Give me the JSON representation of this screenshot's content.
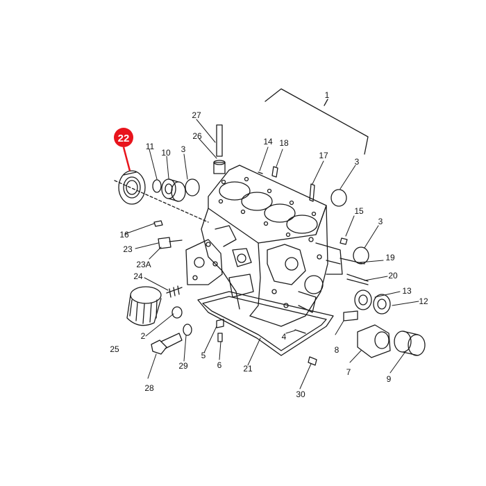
{
  "highlight": {
    "label": "22",
    "color": "#e8141c"
  },
  "labels": {
    "l1": "1",
    "l2": "2",
    "l3a": "3",
    "l3b": "3",
    "l3c": "3",
    "l4": "4",
    "l5": "5",
    "l6": "6",
    "l7": "7",
    "l8": "8",
    "l9": "9",
    "l10": "10",
    "l11": "11",
    "l12": "12",
    "l13": "13",
    "l14": "14",
    "l15": "15",
    "l16": "16",
    "l17": "17",
    "l18": "18",
    "l19": "19",
    "l20": "20",
    "l21": "21",
    "l23": "23",
    "l23a": "23A",
    "l24": "24",
    "l25": "25",
    "l26": "26",
    "l27": "27",
    "l28": "28",
    "l29": "29",
    "l30": "30"
  },
  "colors": {
    "line": "#1a1a1a",
    "background": "#ffffff"
  }
}
